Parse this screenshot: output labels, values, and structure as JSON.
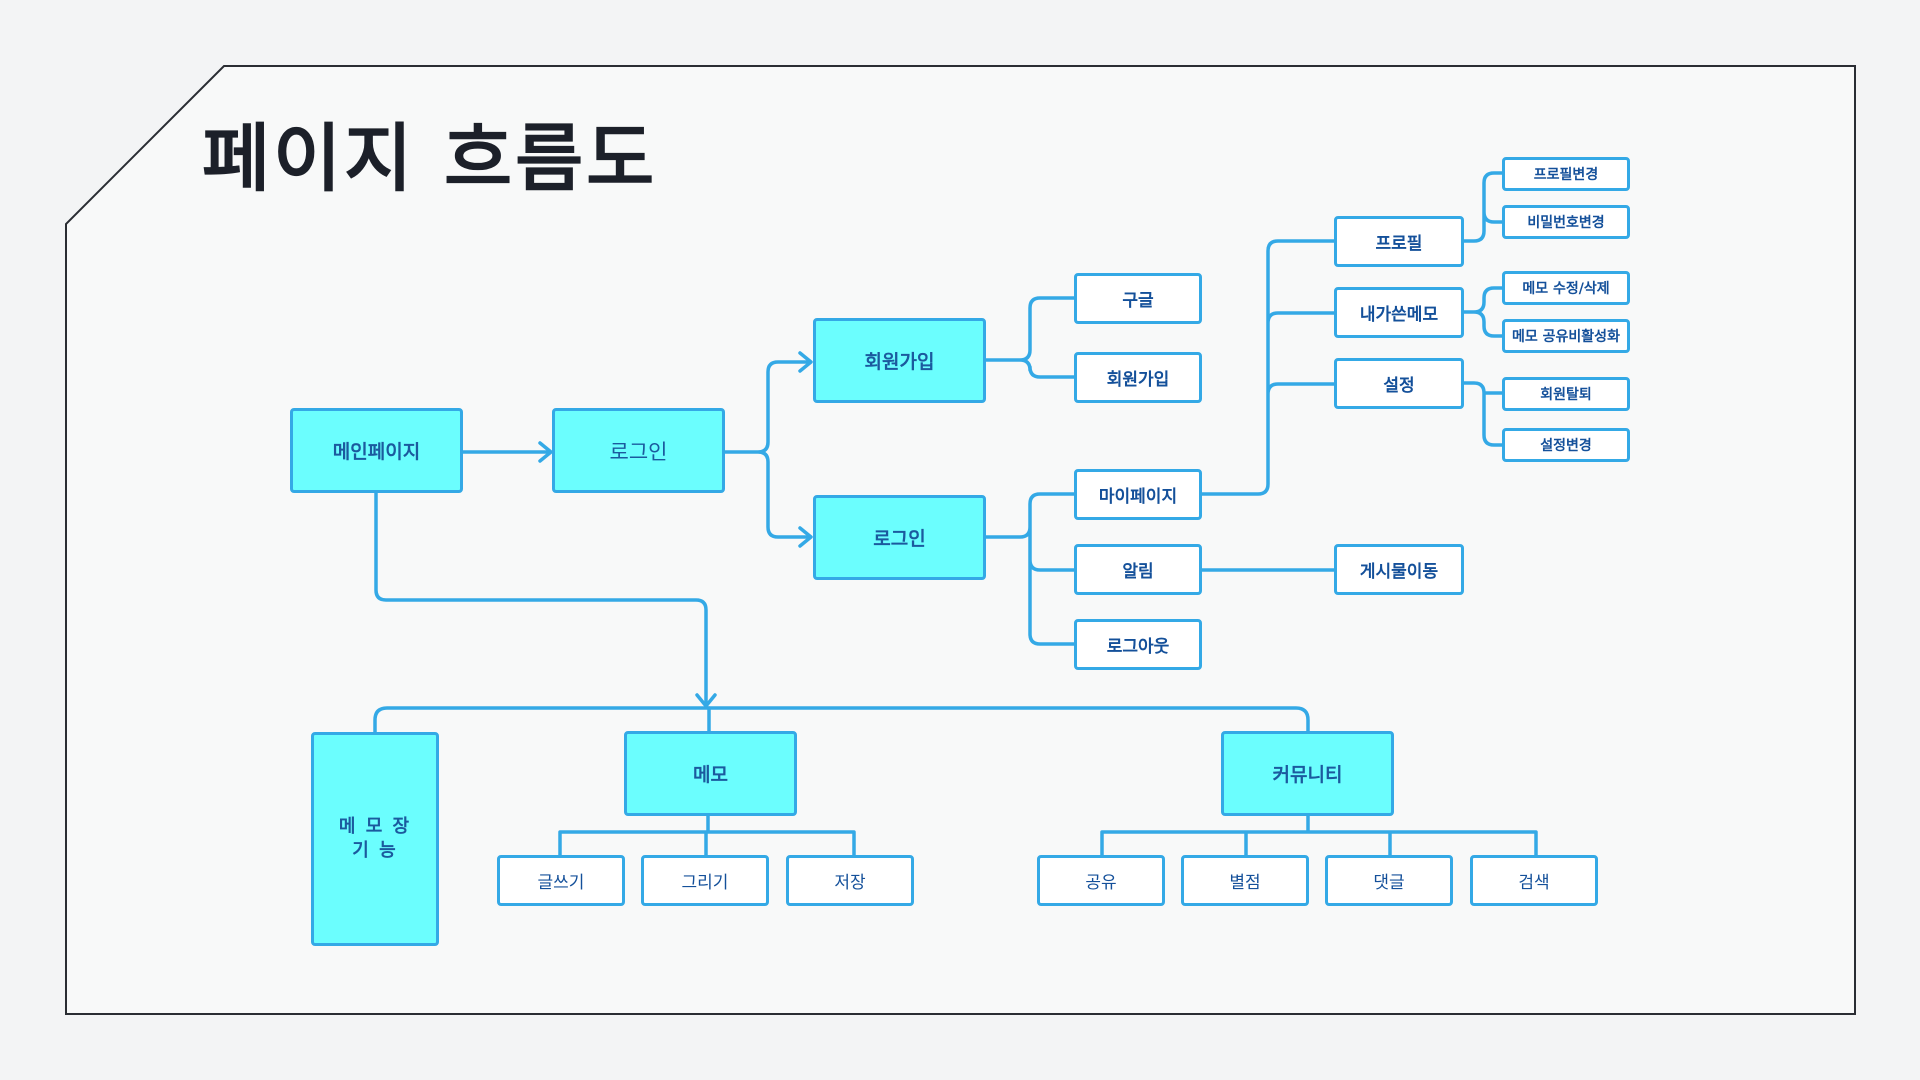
{
  "title": "페이지 흐름도",
  "nodes": {
    "main": "메인페이지",
    "login_gate": "로그인",
    "signup": "회원가입",
    "login": "로그인",
    "google": "구글",
    "signup_form": "회원가입",
    "mypage": "마이페이지",
    "alarm": "알림",
    "logout": "로그아웃",
    "post_move": "게시물이동",
    "profile": "프로필",
    "my_memos": "내가쓴메모",
    "settings": "설정",
    "profile_change": "프로필변경",
    "password_change": "비밀번호변경",
    "memo_edit_delete": "메모 수정/삭제",
    "memo_share_disable": "메모 공유비활성화",
    "withdraw": "회원탈퇴",
    "settings_change": "설정변경",
    "memo_features": "메 모 장\n기 능",
    "memo": "메모",
    "community": "커뮤니티",
    "write": "글쓰기",
    "draw": "그리기",
    "save": "저장",
    "share": "공유",
    "rating": "별점",
    "comment": "댓글",
    "search": "검색"
  },
  "colors": {
    "line": "#34a9e6",
    "primary_fill": "#6bfefe",
    "node_fill": "#ffffff",
    "node_text": "#14509a",
    "title": "#1c2029",
    "background": "#f3f4f5",
    "frame_fill": "#f8f9f9",
    "frame_border": "#2a2d33"
  }
}
